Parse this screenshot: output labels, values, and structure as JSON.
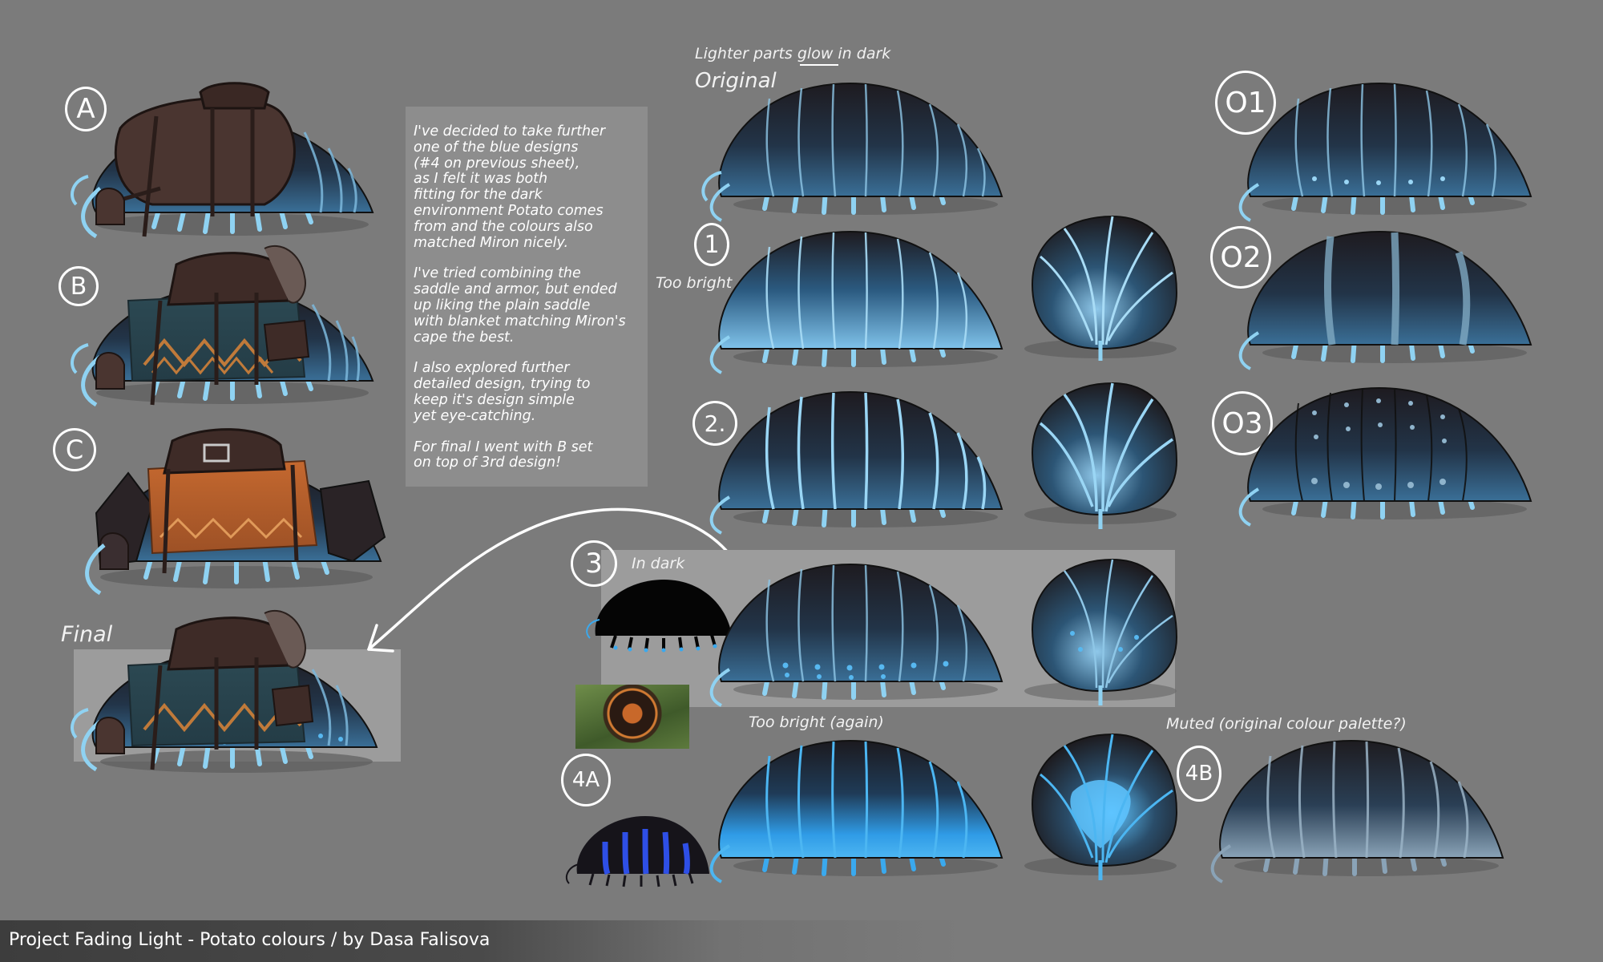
{
  "colors": {
    "background": "#7b7b7b",
    "shell_dark": "#1c1a1e",
    "shell_blue": "#2f5b7c",
    "glow_blue": "#8fd2f2",
    "bright_blue": "#3aa9ee",
    "saddle_brown": "#4a3530",
    "blanket_teal": "#2e4a55",
    "blanket_orange": "#b8652e",
    "text": "#ffffff"
  },
  "left_column": {
    "badge_a": "A",
    "badge_b": "B",
    "badge_c": "C",
    "final_label": "Final"
  },
  "notes": {
    "paragraph_1": "I've decided to take further\none of the blue designs\n(#4 on previous sheet),\nas I felt it was both\nfitting for the dark\nenvironment Potato comes\nfrom and the colours also\nmatched Miron nicely.",
    "paragraph_2": "I've tried combining the\nsaddle and armor, but ended\nup liking the plain saddle\nwith blanket matching Miron's\ncape the best.",
    "paragraph_3": "I also explored further\ndetailed design, trying to\nkeep it's design simple\nyet eye-catching.",
    "paragraph_4": "For final I went with B set\non top of 3rd design!"
  },
  "middle_column": {
    "glow_note": "Lighter parts glow in dark",
    "original_label": "Original",
    "badge_1": "1",
    "too_bright_label": "Too bright",
    "badge_2": "2.",
    "badge_3": "3",
    "in_dark_label": "In dark",
    "badge_4a": "4A",
    "too_bright_again_label": "Too bright (again)",
    "muted_label": "Muted (original colour palette?)",
    "badge_4b": "4B"
  },
  "right_column": {
    "badge_o1": "O1",
    "badge_o2": "O2",
    "badge_o3": "O3"
  },
  "footer": {
    "credit": "Project Fading Light - Potato colours /  by Dasa Falisova"
  }
}
